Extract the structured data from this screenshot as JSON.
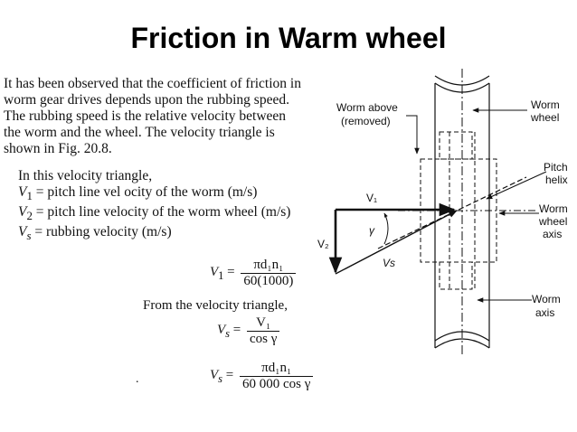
{
  "title": "Friction in Warm wheel",
  "paragraph": [
    "It has been observed that the coefficient of friction in",
    "worm gear drives depends upon the rubbing speed.",
    "The rubbing speed is the relative velocity between",
    "the worm and the wheel. The velocity triangle is",
    "shown in Fig. 20.8."
  ],
  "intro": "In this velocity triangle,",
  "definitions": [
    {
      "symbol": "V",
      "sub": "1",
      "text": " = pitch line vel ocity of the worm (m/s)"
    },
    {
      "symbol": "V",
      "sub": "2",
      "text": " = pitch line velocity of the worm wheel (m/s)"
    },
    {
      "symbol": "V",
      "sub": "s",
      "text": " = rubbing velocity (m/s)"
    }
  ],
  "equations": {
    "eq1": {
      "lhs": "V",
      "lhs_sub": "1",
      "num": "πd₁n₁",
      "den": "60(1000)"
    },
    "from_text": "From the velocity triangle,",
    "eq2": {
      "lhs": "V",
      "lhs_sub": "s",
      "num": "V₁",
      "den": "cos γ"
    },
    "eq3": {
      "lhs": "V",
      "lhs_sub": "s",
      "num": "πd₁n₁",
      "den": "60 000 cos γ"
    }
  },
  "stray_mark": ".",
  "figure": {
    "labels": {
      "worm_above_1": "Worm above",
      "worm_above_2": "(removed)",
      "worm_wheel_1": "Worm",
      "worm_wheel_2": "wheel",
      "pitch_helix_1": "Pitch",
      "pitch_helix_2": "helix",
      "wheel_axis_1": "Worm",
      "wheel_axis_2": "wheel",
      "wheel_axis_3": "axis",
      "worm_axis_1": "Worm",
      "worm_axis_2": "axis",
      "v1": "V₁",
      "v2": "V₂",
      "vs": "Vs",
      "gamma": "γ"
    }
  }
}
